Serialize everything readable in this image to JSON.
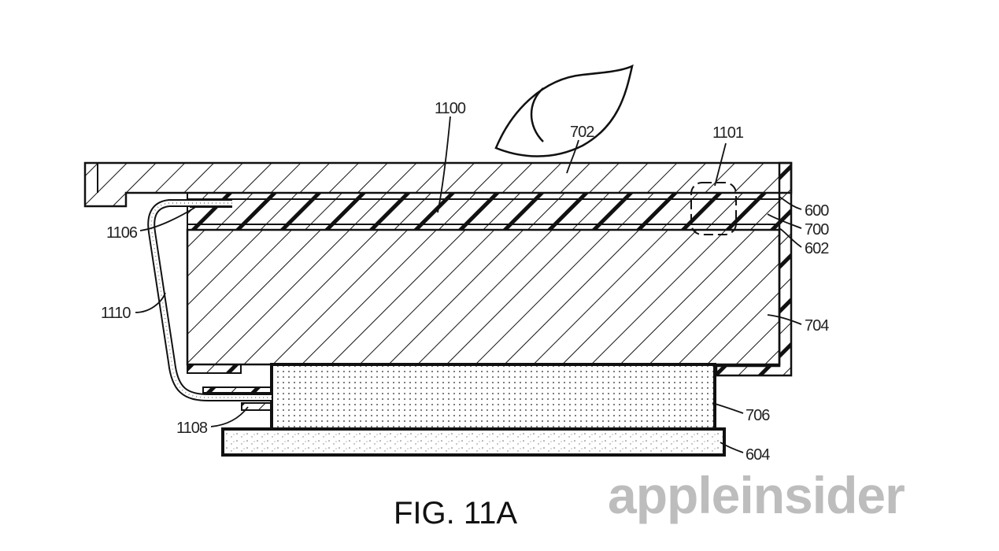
{
  "figure": {
    "caption": "FIG. 11A",
    "watermark": "appleinsider",
    "labels": {
      "cover": "702",
      "sensor": "1100",
      "detail": "1101",
      "layer_top": "600",
      "layer_mid": "700",
      "layer_bottom": "602",
      "block": "704",
      "module": "706",
      "board": "604",
      "connector_top": "1106",
      "flex": "1110",
      "connector_bottom": "1108"
    },
    "colors": {
      "line": "#111111",
      "watermark": "#bdbdbd"
    }
  }
}
